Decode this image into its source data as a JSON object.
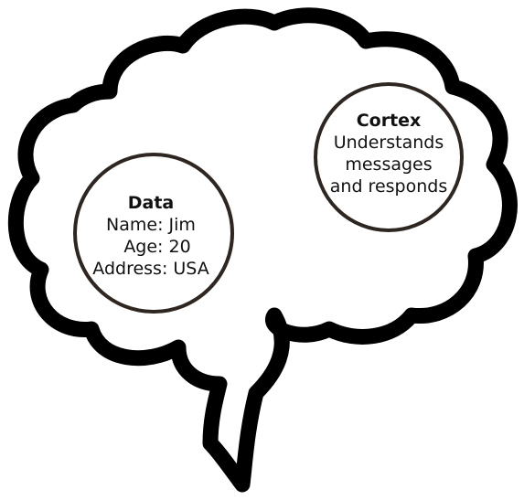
{
  "colors": {
    "brain_outline": "#000000",
    "brain_fill": "#ffffff",
    "circle_stroke": "#2e2621",
    "text": "#111111"
  },
  "data_circle": {
    "heading": "Data",
    "lines": [
      "Name: Jim",
      "Age: 20",
      "Address: USA"
    ]
  },
  "cortex_circle": {
    "heading": "Cortex",
    "lines": [
      "Understands",
      "messages",
      "and responds"
    ]
  }
}
